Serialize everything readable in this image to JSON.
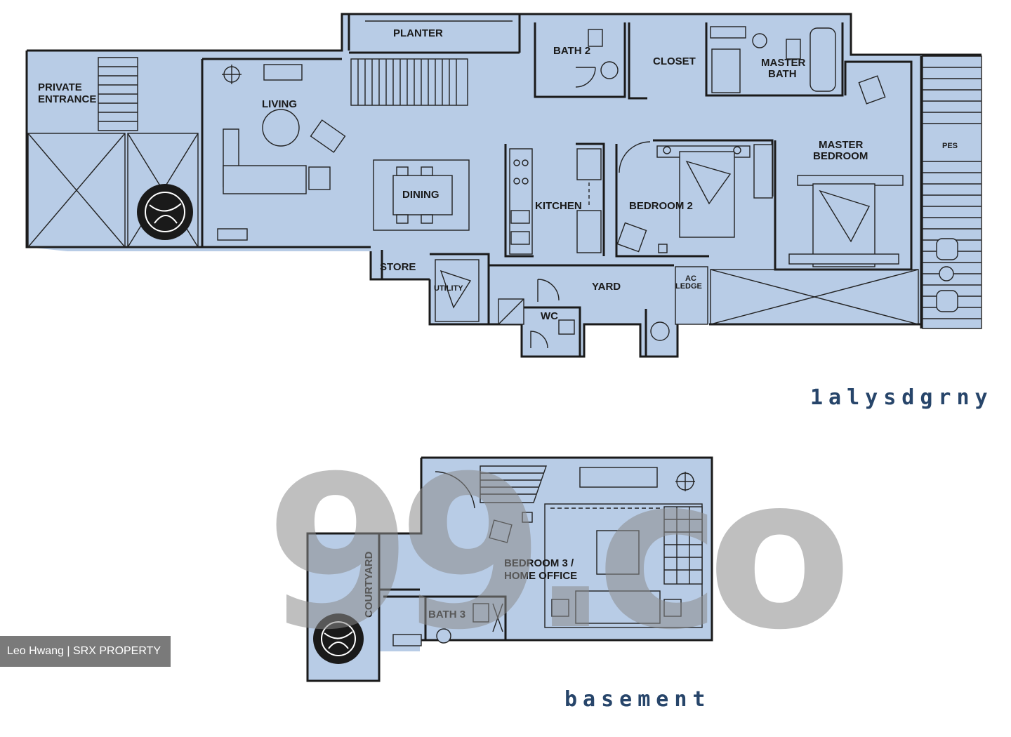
{
  "rooms": {
    "planter": "PLANTER",
    "bath2": "BATH 2",
    "closet": "CLOSET",
    "master_bath_line1": "MASTER",
    "master_bath_line2": "BATH",
    "private_entrance_line1": "PRIVATE",
    "private_entrance_line2": "ENTRANCE",
    "living": "LIVING",
    "dining": "DINING",
    "kitchen": "KITCHEN",
    "bedroom2": "BEDROOM 2",
    "master_bedroom_line1": "MASTER",
    "master_bedroom_line2": "BEDROOM",
    "pes": "PES",
    "store": "STORE",
    "utility": "UTILITY",
    "yard": "YARD",
    "wc": "WC",
    "ac_ledge_line1": "AC",
    "ac_ledge_line2": "LEDGE",
    "bedroom3_line1": "BEDROOM 3 /",
    "bedroom3_line2": "HOME OFFICE",
    "courtyard": "COURTYARD",
    "bath3": "BATH 3"
  },
  "levels": {
    "upper": "1alysdgrny",
    "lower": "basement"
  },
  "watermark": "99.co",
  "credit": "Leo Hwang | SRX PROPERTY",
  "colors": {
    "floor_fill": "#b8cce6",
    "wall": "#1a1a1a",
    "level_text": "#27456a",
    "watermark": "#8a8a8a",
    "credit_bg": "#7a7a7a"
  }
}
